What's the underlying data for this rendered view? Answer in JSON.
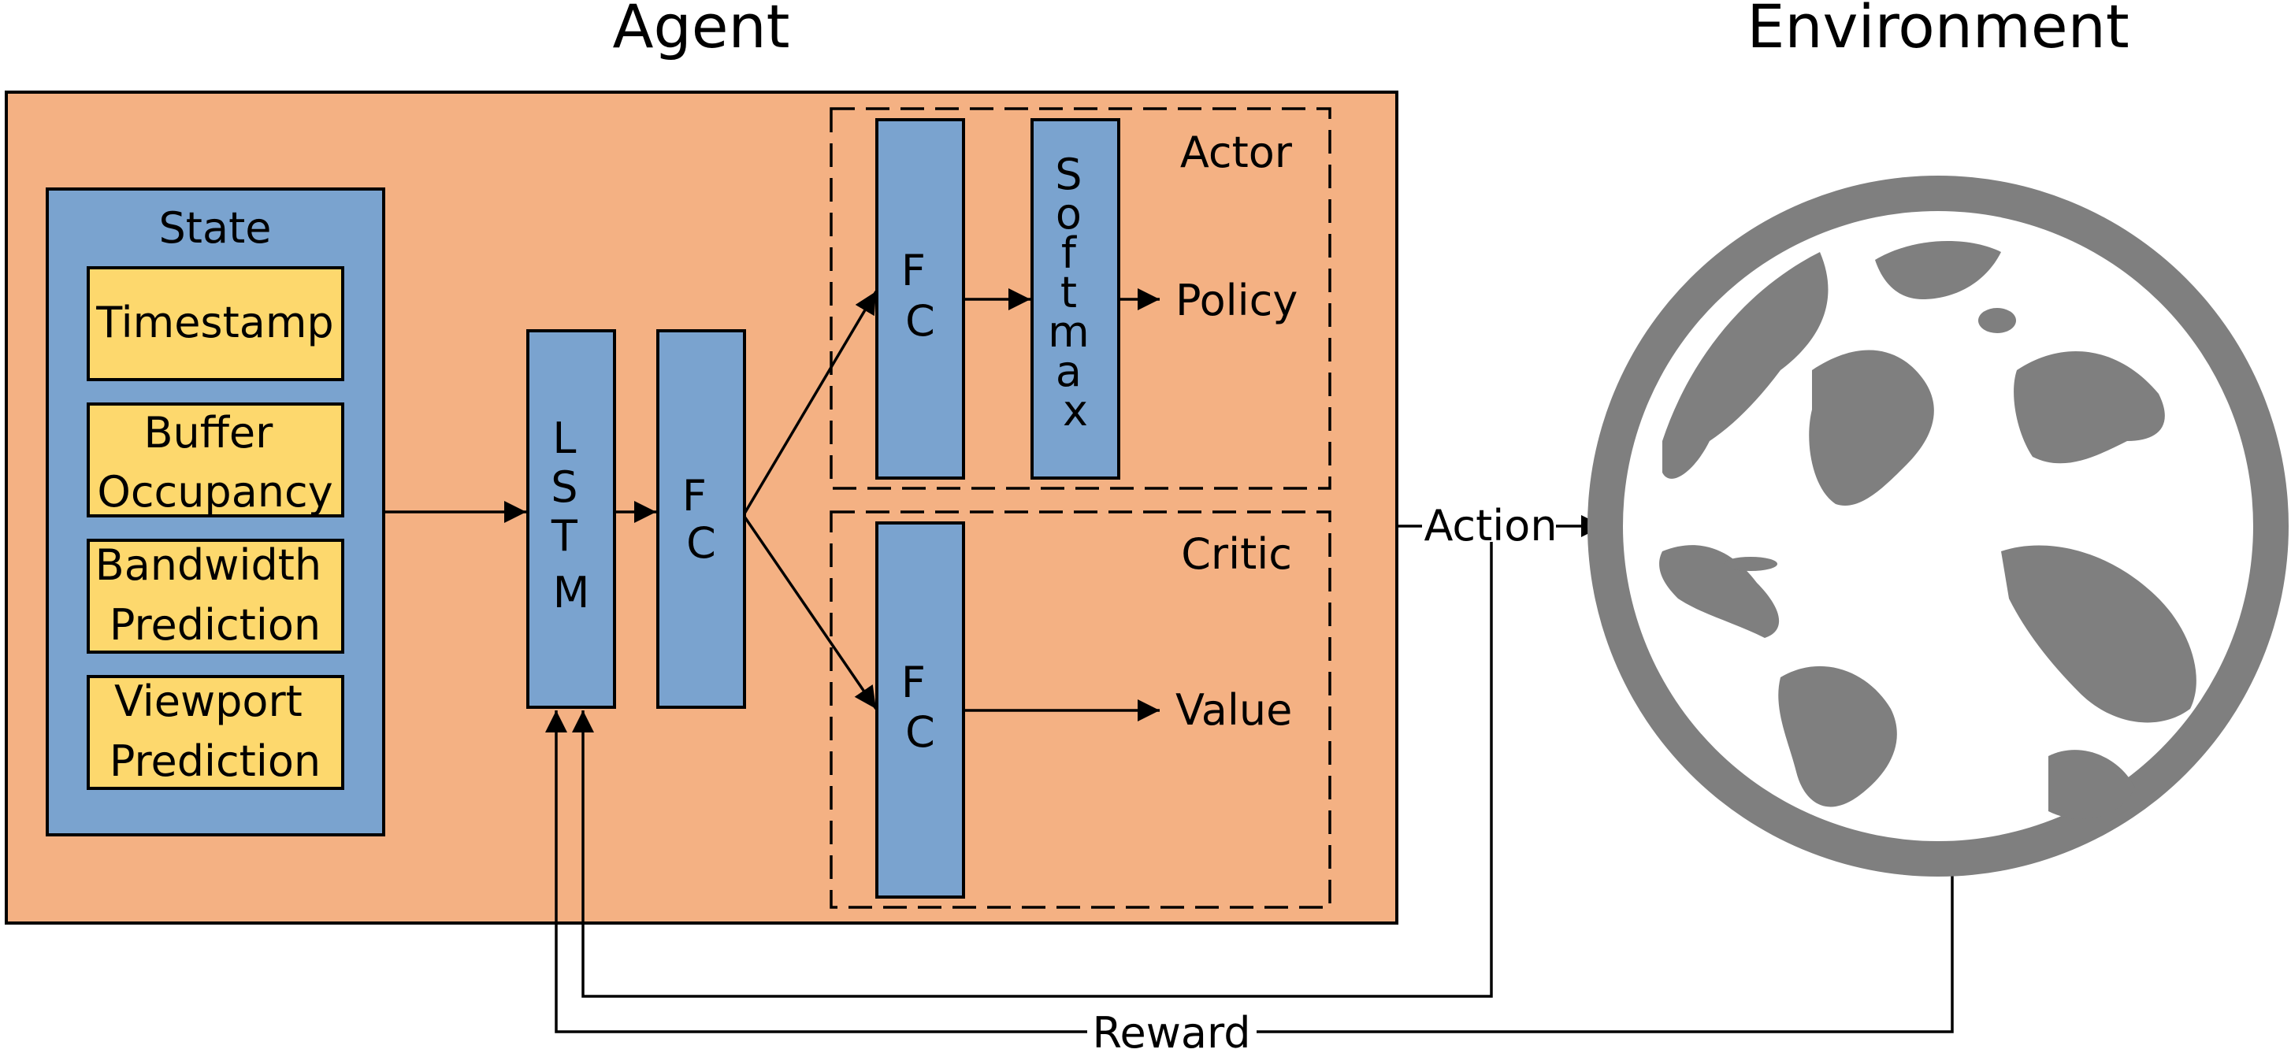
{
  "titles": {
    "agent": "Agent",
    "environment": "Environment"
  },
  "state": {
    "title": "State",
    "items": [
      [
        "Timestamp"
      ],
      [
        "Buffer",
        "Occupancy"
      ],
      [
        "Bandwidth",
        "Prediction"
      ],
      [
        "Viewport",
        "Prediction"
      ]
    ]
  },
  "blocks": {
    "lstm": [
      "L",
      "S",
      "T",
      "M"
    ],
    "fc_shared": [
      "F",
      "C"
    ],
    "fc_actor": [
      "F",
      "C"
    ],
    "softmax": [
      "S",
      "o",
      "f",
      "t",
      "m",
      "a",
      "x"
    ],
    "fc_critic": [
      "F",
      "C"
    ]
  },
  "actor": {
    "label": "Actor",
    "output": "Policy"
  },
  "critic": {
    "label": "Critic",
    "output": "Value"
  },
  "signals": {
    "action": "Action",
    "reward": "Reward"
  },
  "colors": {
    "agent_bg": "#f4b183",
    "block": "#7aa3cf",
    "input": "#fdd86d",
    "globe": "#7f7f7f"
  },
  "icons": {
    "environment": "globe-icon"
  }
}
